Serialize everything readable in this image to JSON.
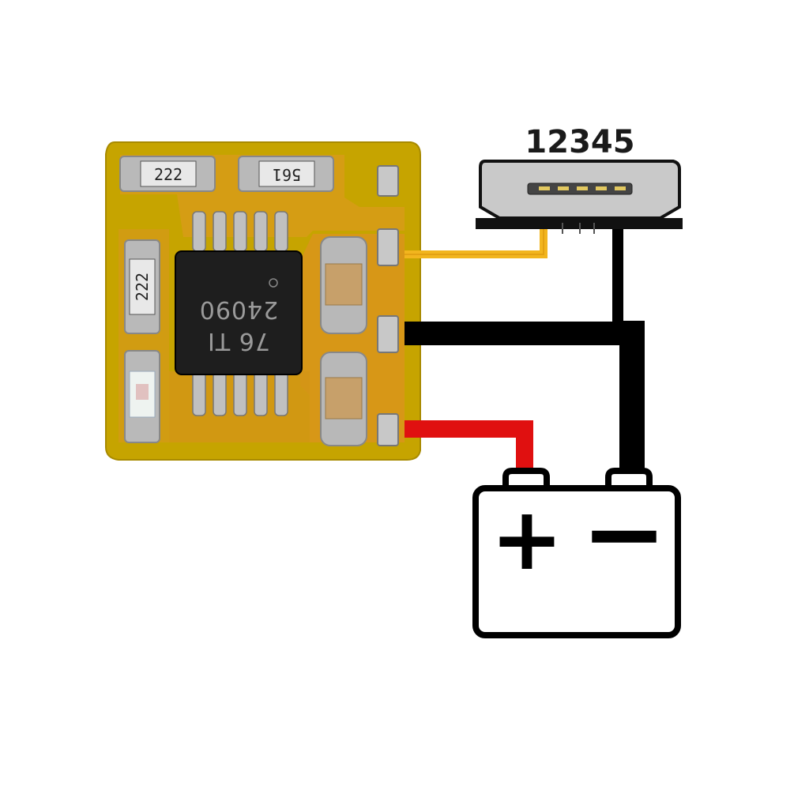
{
  "connector": {
    "pin_label": "12345"
  },
  "board": {
    "resistor_top_left": "222",
    "resistor_top_right": "561",
    "resistor_left": "222",
    "ic_line1": "76 TI",
    "ic_line2": "24090"
  },
  "battery": {
    "positive_symbol": "+",
    "negative_symbol": "−"
  },
  "colors": {
    "board": "#c9a200",
    "copper": "#d89a12",
    "data_wire": "#f2b51e",
    "ground_wire": "#000000",
    "positive_wire": "#e01010"
  }
}
